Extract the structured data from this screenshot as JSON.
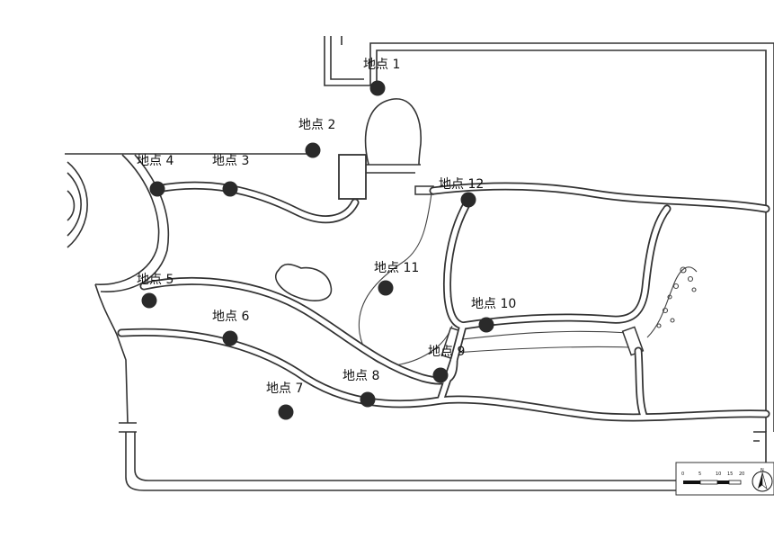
{
  "map": {
    "points": [
      {
        "id": 1,
        "label": "地点 1"
      },
      {
        "id": 2,
        "label": "地点 2"
      },
      {
        "id": 3,
        "label": "地点 3"
      },
      {
        "id": 4,
        "label": "地点 4"
      },
      {
        "id": 5,
        "label": "地点 5"
      },
      {
        "id": 6,
        "label": "地点 6"
      },
      {
        "id": 7,
        "label": "地点 7"
      },
      {
        "id": 8,
        "label": "地点 8"
      },
      {
        "id": 9,
        "label": "地点 9"
      },
      {
        "id": 10,
        "label": "地点 10"
      },
      {
        "id": 11,
        "label": "地点 11"
      },
      {
        "id": 12,
        "label": "地点 12"
      }
    ],
    "scale_bar": {
      "ticks": [
        "0",
        "5",
        "10",
        "15",
        "20"
      ]
    },
    "north_arrow": {
      "label": "N"
    }
  }
}
